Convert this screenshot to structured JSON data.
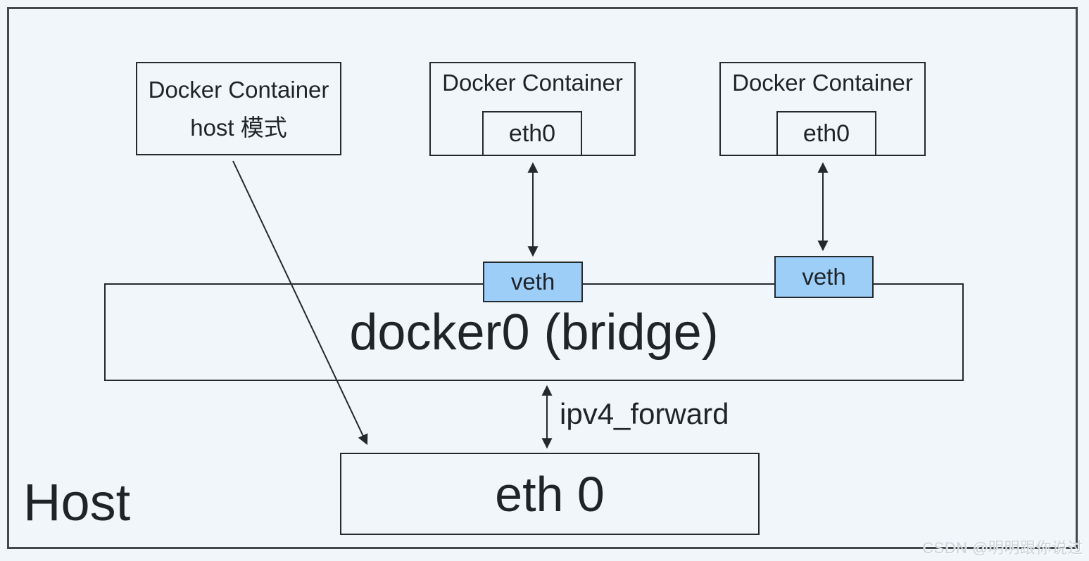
{
  "diagram": {
    "host_label": "Host",
    "host_mode_container": {
      "line1": "Docker Container",
      "line2": "host 模式"
    },
    "container2": {
      "label": "Docker Container",
      "iface": "eth0"
    },
    "container3": {
      "label": "Docker Container",
      "iface": "eth0"
    },
    "bridge_label": "docker0 (bridge)",
    "veth1_label": "veth",
    "veth2_label": "veth",
    "host_eth_label": "eth 0",
    "forward_label": "ipv4_forward",
    "watermark": "CSDN @明明跟你说过",
    "edges": [
      {
        "from": "container2-eth0",
        "to": "veth-1",
        "type": "double-arrow"
      },
      {
        "from": "container3-eth0",
        "to": "veth-2",
        "type": "double-arrow"
      },
      {
        "from": "docker0-bridge",
        "to": "host-eth0",
        "type": "double-arrow",
        "label": "ipv4_forward"
      },
      {
        "from": "host-mode-container",
        "to": "host-eth0",
        "type": "arrow"
      }
    ],
    "colors": {
      "background": "#f1f6fa",
      "outer_border": "#43484c",
      "border": "#24292e",
      "veth_fill": "#9ccef8",
      "text": "#1f2428",
      "watermark": "#ccd2d8"
    }
  }
}
